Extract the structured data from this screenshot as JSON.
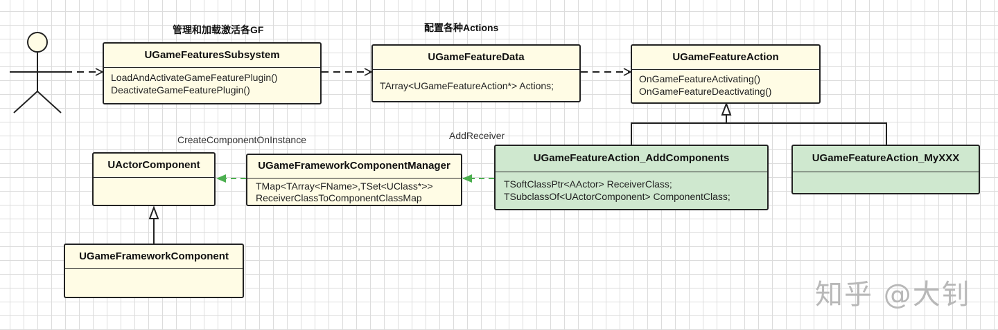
{
  "actor": {
    "name": ""
  },
  "labels": {
    "subsystem_note": "管理和加载激活各GF",
    "data_note": "配置各种Actions",
    "create_component": "CreateComponentOnInstance",
    "add_receiver": "AddReceiver"
  },
  "classes": {
    "subsystem": {
      "title": "UGameFeaturesSubsystem",
      "members": [
        "LoadAndActivateGameFeaturePlugin()",
        "DeactivateGameFeaturePlugin()"
      ]
    },
    "feature_data": {
      "title": "UGameFeatureData",
      "members": [
        "TArray<UGameFeatureAction*> Actions;"
      ]
    },
    "feature_action": {
      "title": "UGameFeatureAction",
      "members": [
        "OnGameFeatureActivating()",
        "OnGameFeatureDeactivating()"
      ]
    },
    "add_components": {
      "title": "UGameFeatureAction_AddComponents",
      "members": [
        "TSoftClassPtr<AActor> ReceiverClass;",
        "TSubclassOf<UActorComponent> ComponentClass;"
      ]
    },
    "my_xxx": {
      "title": "UGameFeatureAction_MyXXX",
      "members": []
    },
    "component_manager": {
      "title": "UGameFrameworkComponentManager",
      "members": [
        "TMap<TArray<FName>,TSet<UClass*>>",
        "ReceiverClassToComponentClassMap"
      ]
    },
    "actor_component": {
      "title": "UActorComponent",
      "members": []
    },
    "framework_component": {
      "title": "UGameFrameworkComponent",
      "members": []
    }
  },
  "watermark": "知乎 @大钊",
  "colors": {
    "box_fill": "#fffce5",
    "box_fill_green": "#cfe8cf",
    "line": "#222222",
    "green_arrow": "#4caf50"
  }
}
